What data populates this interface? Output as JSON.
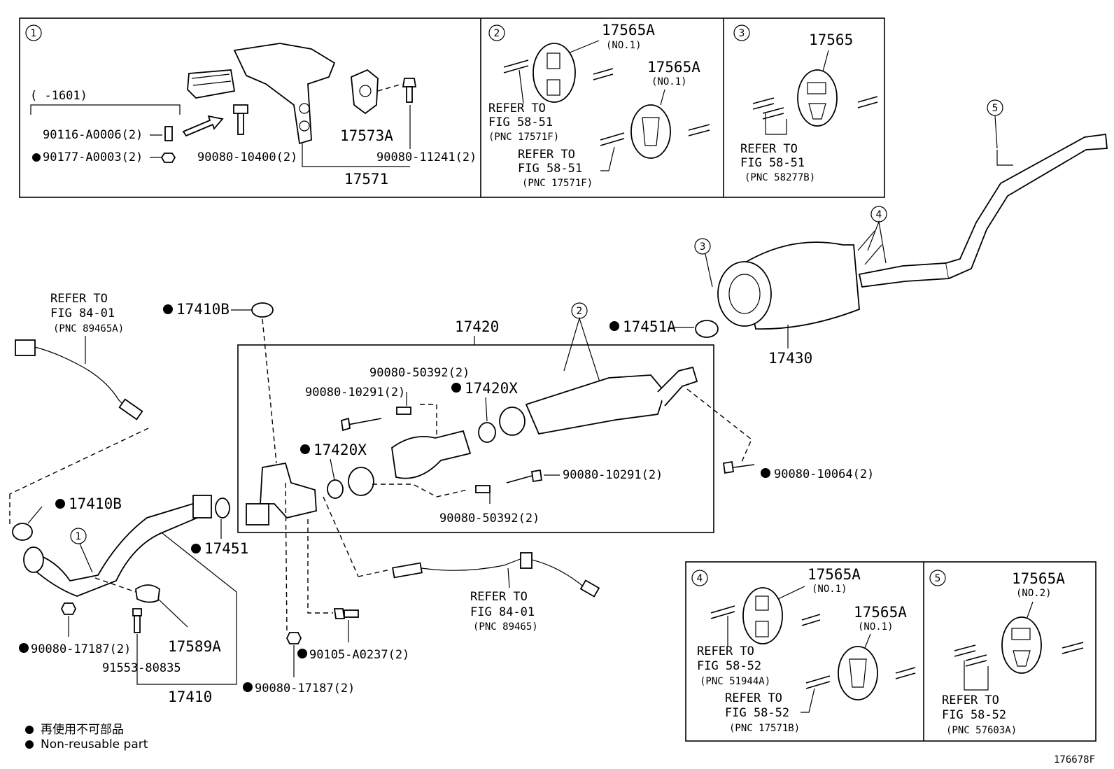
{
  "figure_id": "176678F",
  "legend": {
    "jp": "再使用不可部品",
    "en": "Non-reusable part"
  },
  "insets": {
    "i1": {
      "num": "1",
      "range": "(      -1601)",
      "p90116": "90116-A0006(2)",
      "p90177": "90177-A0003(2)",
      "p90080a": "90080-10400(2)",
      "p17573A": "17573A",
      "p90080b": "90080-11241(2)",
      "p17571": "17571"
    },
    "i2": {
      "num": "2",
      "p1": "17565A",
      "p1sub": "(NO.1)",
      "p2": "17565A",
      "p2sub": "(NO.1)",
      "ref1a": "REFER TO",
      "ref1b": "FIG 58-51",
      "ref1c": "(PNC 17571F)",
      "ref2a": "REFER TO",
      "ref2b": "FIG 58-51",
      "ref2c": "(PNC 17571F)"
    },
    "i3": {
      "num": "3",
      "p1": "17565",
      "refa": "REFER TO",
      "refb": "FIG 58-51",
      "refc": "(PNC 58277B)"
    },
    "i4": {
      "num": "4",
      "p1": "17565A",
      "p1sub": "(NO.1)",
      "p2": "17565A",
      "p2sub": "(NO.1)",
      "ref1a": "REFER TO",
      "ref1b": "FIG 58-52",
      "ref1c": "(PNC 51944A)",
      "ref2a": "REFER TO",
      "ref2b": "FIG 58-52",
      "ref2c": "(PNC 17571B)"
    },
    "i5": {
      "num": "5",
      "p1": "17565A",
      "p1sub": "(NO.2)",
      "refa": "REFER TO",
      "refb": "FIG 58-52",
      "refc": "(PNC 57603A)"
    }
  },
  "main": {
    "callouts": [
      "5",
      "4",
      "3",
      "2",
      "1"
    ],
    "p17420": "17420",
    "p17430": "17430",
    "p17451A": "17451A",
    "p17410B_top": "17410B",
    "p17410B_left": "17410B",
    "p17451": "17451",
    "p17420X_a": "17420X",
    "p17420X_b": "17420X",
    "p90080_50392_top": "90080-50392(2)",
    "p90080_10291_top": "90080-10291(2)",
    "p90080_10291_mid": "90080-10291(2)",
    "p90080_50392_mid": "90080-50392(2)",
    "p90080_10064": "90080-10064(2)",
    "p90080_17187_left": "90080-17187(2)",
    "p90080_17187_mid": "90080-17187(2)",
    "p90105": "90105-A0237(2)",
    "p17589A": "17589A",
    "p91553": "91553-80835",
    "p17410": "17410",
    "refsensor1a": "REFER TO",
    "refsensor1b": "FIG 84-01",
    "refsensor1c": "(PNC 89465A)",
    "refsensor2a": "REFER TO",
    "refsensor2b": "FIG 84-01",
    "refsensor2c": "(PNC 89465)"
  }
}
